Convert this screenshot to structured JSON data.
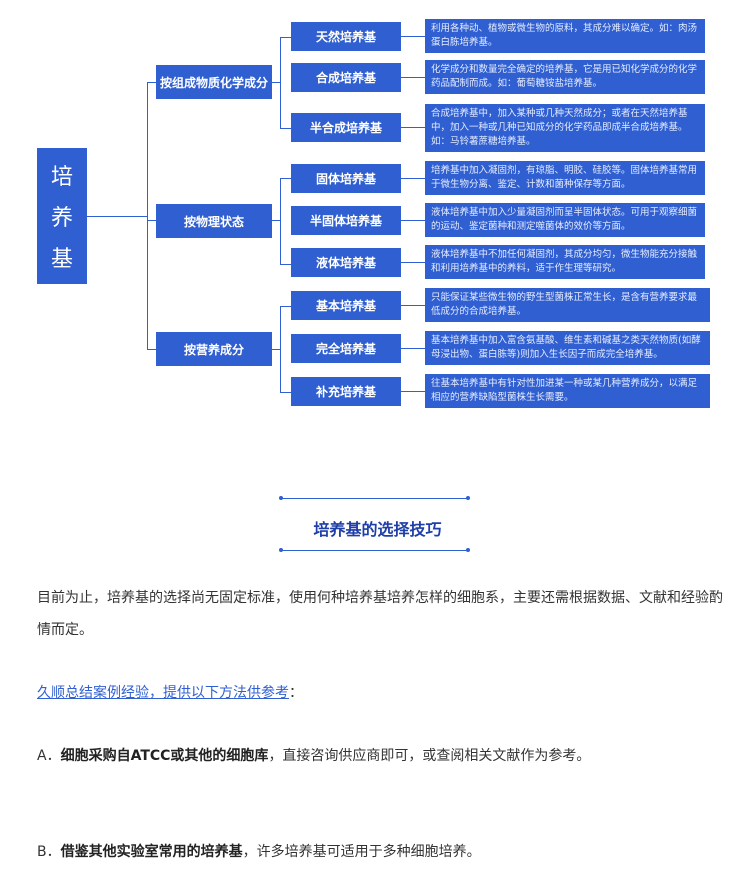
{
  "diagram": {
    "root": [
      "培",
      "养",
      "基"
    ],
    "groups": [
      {
        "label": "按组成物质化学成分",
        "items": [
          {
            "name": "天然培养基",
            "desc": "利用各种动、植物或微生物的原料，其成分难以确定。如：肉汤蛋白胨培养基。"
          },
          {
            "name": "合成培养基",
            "desc": "化学成分和数量完全确定的培养基，它是用已知化学成分的化学药品配制而成。如：葡萄糖铵盐培养基。"
          },
          {
            "name": "半合成培养基",
            "desc": "合成培养基中，加入某种或几种天然成分；或者在天然培养基中，加入一种或几种已知成分的化学药品即成半合成培养基。如：马铃薯蔗糖培养基。"
          }
        ]
      },
      {
        "label": "按物理状态",
        "items": [
          {
            "name": "固体培养基",
            "desc": "培养基中加入凝固剂，有琼脂、明胶、硅胶等。固体培养基常用于微生物分离、鉴定、计数和菌种保存等方面。"
          },
          {
            "name": "半固体培养基",
            "desc": "液体培养基中加入少量凝固剂而呈半固体状态。可用于观察细菌的运动、鉴定菌种和测定噬菌体的效价等方面。"
          },
          {
            "name": "液体培养基",
            "desc": "液体培养基中不加任何凝固剂，其成分均匀，微生物能充分接触和利用培养基中的养料，适于作生理等研究。"
          }
        ]
      },
      {
        "label": "按营养成分",
        "items": [
          {
            "name": "基本培养基",
            "desc": "只能保证某些微生物的野生型菌株正常生长，是含有营养要求最低成分的合成培养基。"
          },
          {
            "name": "完全培养基",
            "desc": "基本培养基中加入富含氨基酸、维生素和碱基之类天然物质(如酵母浸出物、蛋白胨等)则加入生长因子而成完全培养基。"
          },
          {
            "name": "补充培养基",
            "desc": "往基本培养基中有针对性加进某一种或某几种营养成分，以满足相应的营养缺陷型菌株生长需要。"
          }
        ]
      }
    ]
  },
  "section": {
    "title": "培养基的选择技巧"
  },
  "body": {
    "intro": "目前为止，培养基的选择尚无固定标准，使用何种培养基培养怎样的细胞系，主要还需根据数据、文献和经验酌情而定。",
    "link_text": "久顺总结案例经验，提供以下方法供参考",
    "link_suffix": "：",
    "item_a_prefix": "A．",
    "item_a_bold": "细胞采购自ATCC或其他的细胞库",
    "item_a_rest": "，直接咨询供应商即可，或查阅相关文献作为参考。",
    "item_b_prefix": "B．",
    "item_b_bold": "借鉴其他实验室常用的培养基",
    "item_b_rest": "，许多培养基可适用于多种细胞培养。"
  }
}
